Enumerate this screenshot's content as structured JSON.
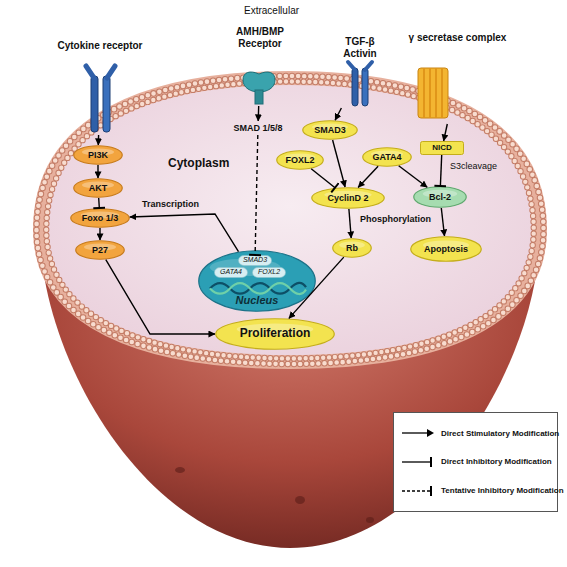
{
  "diagram": {
    "nodes": [
      {
        "text": [
          "Cytokine receptor"
        ]
      },
      {
        "text": [
          "AMH/BMP Receptor"
        ]
      },
      {
        "text": [
          "TGF-β Activin"
        ]
      },
      {
        "text": [
          "γ secretase complex"
        ]
      },
      {
        "text": [
          "PI3K"
        ]
      },
      {
        "text": [
          "AKT"
        ]
      },
      {
        "text": [
          "Foxo 1/3"
        ]
      },
      {
        "text": [
          "P27"
        ]
      },
      {
        "text": [
          "SMAD 1/5/8"
        ]
      },
      {
        "text": [
          "SMAD3"
        ]
      },
      {
        "text": [
          "FOXL2"
        ]
      },
      {
        "text": [
          "GATA4"
        ]
      },
      {
        "text": [
          "CyclinD 2"
        ]
      },
      {
        "text": [
          "Rb"
        ]
      },
      {
        "text": [
          "NICD"
        ]
      },
      {
        "text": [
          "Bcl-2"
        ]
      },
      {
        "text": [
          "Apoptosis"
        ]
      },
      {
        "text": [
          "Nucleus"
        ]
      },
      {
        "text": [
          "SMAD3"
        ],
        "in": 17
      },
      {
        "text": [
          "GATA4"
        ],
        "in": 17
      },
      {
        "text": [
          "FOXL2"
        ],
        "in": 17
      },
      {
        "text": [
          "Proliferation"
        ]
      }
    ],
    "edges": [
      {
        "from": 0,
        "to": 4,
        "arrow": "to"
      },
      {
        "from": 4,
        "to": 5,
        "arrow": "to"
      },
      {
        "from": 5,
        "to": 6,
        "arrow": "to"
      },
      {
        "from": 6,
        "to": 7,
        "arrow": "to"
      },
      {
        "from": 7,
        "to": 21,
        "arrow": "to"
      },
      {
        "from": 1,
        "to": 8,
        "arrow": "to"
      },
      {
        "from": 8,
        "to": 18,
        "arrow": "to"
      },
      {
        "from": 2,
        "to": 9,
        "arrow": "to"
      },
      {
        "from": 9,
        "to": 12,
        "arrow": "to"
      },
      {
        "from": 10,
        "to": 12,
        "arrow": "to"
      },
      {
        "from": 11,
        "to": 12,
        "arrow": "to"
      },
      {
        "from": 11,
        "to": 15,
        "arrow": "to"
      },
      {
        "from": 12,
        "to": 13,
        "label": "Phosphorylation",
        "arrow": "to"
      },
      {
        "from": 13,
        "to": 21,
        "arrow": "to"
      },
      {
        "from": 3,
        "to": 14,
        "arrow": "to"
      },
      {
        "from": 14,
        "to": 15,
        "arrow": "to"
      },
      {
        "from": 15,
        "to": 16,
        "arrow": "to"
      },
      {
        "from": 17,
        "to": 6,
        "label": "Transcription",
        "arrow": "to"
      }
    ],
    "labels": [
      "Extracellular",
      "Cytoplasm",
      "S3cleavage"
    ],
    "legend": [
      {
        "text": "Direct Stimulatory Modification"
      },
      {
        "text": "Direct Inhibitory Modification"
      },
      {
        "text": "Tentative Inhibitory Modification"
      }
    ]
  }
}
